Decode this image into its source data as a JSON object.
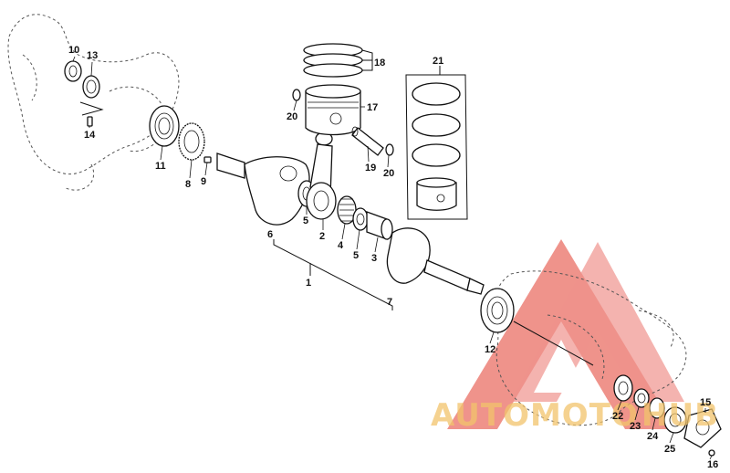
{
  "diagram": {
    "callouts": [
      "10",
      "13",
      "14",
      "11",
      "8",
      "9",
      "6",
      "5",
      "2",
      "4",
      "5",
      "3",
      "1",
      "7",
      "20",
      "17",
      "18",
      "19",
      "20",
      "21",
      "12",
      "22",
      "23",
      "24",
      "25",
      "15",
      "16"
    ]
  },
  "watermark": {
    "brand_left": "AUTOMOTO",
    "brand_right": "HUB",
    "color_red": "#e23b2e",
    "color_gold": "#f2c46b"
  }
}
